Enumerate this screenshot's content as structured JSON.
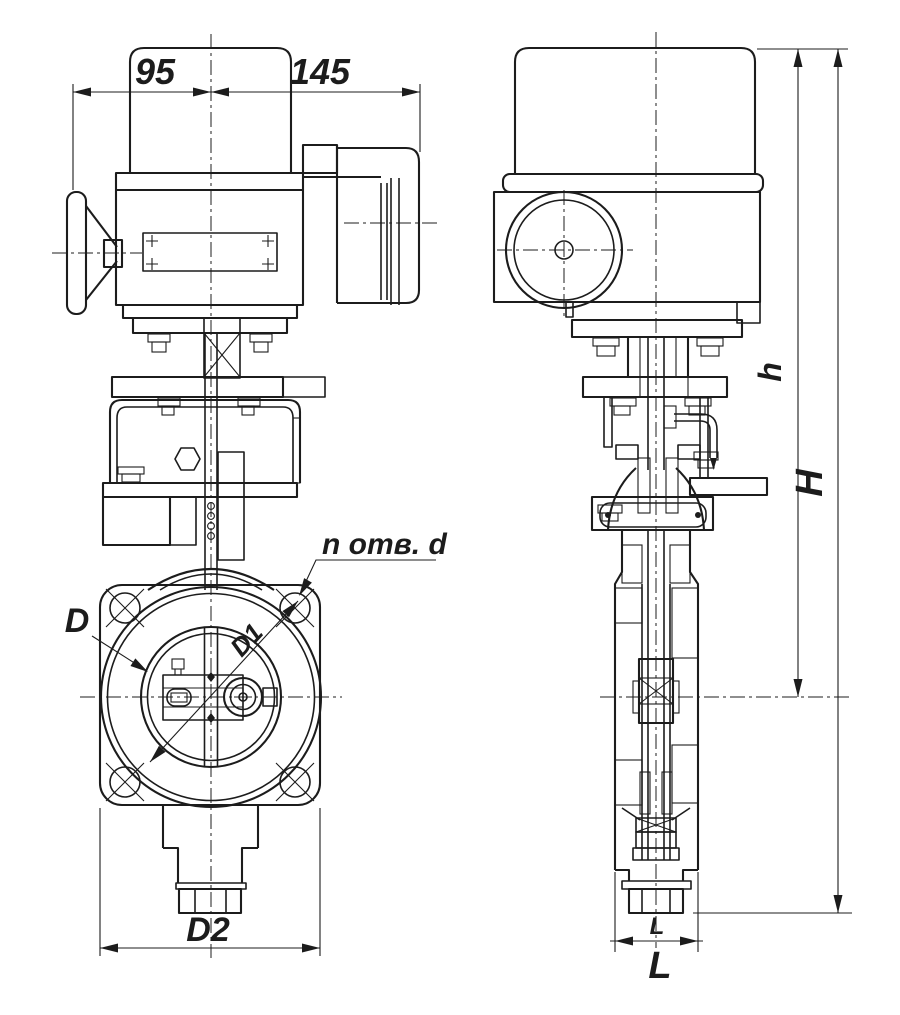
{
  "drawing": {
    "kind": "butterfly-valve-with-electric-actuator-dimensional-drawing",
    "colors": {
      "line": "#1c1c1c",
      "background": "#ffffff"
    },
    "labels": {
      "dim_95": "95",
      "dim_145": "145",
      "holes_note": "n отв. d",
      "dim_D": "D",
      "dim_D1": "D1",
      "dim_D2": "D2",
      "dim_h": "h",
      "dim_H": "H",
      "dim_L_small": "L",
      "dim_L_large": "L"
    }
  }
}
